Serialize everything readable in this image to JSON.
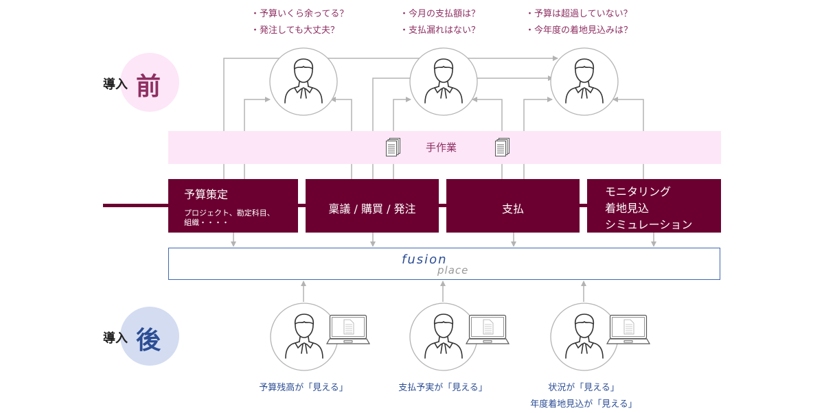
{
  "colors": {
    "process_box": "#6b0030",
    "band_bg": "#fde6f7",
    "question_text": "#8e2f62",
    "answer_text": "#2c4d94",
    "before_circle": "#fde6f7",
    "after_circle": "#d3dcf1",
    "connector": "#b3b3b3",
    "fusion_border": "#3f66b0"
  },
  "before": {
    "label_small": "導入",
    "label_big": "前",
    "questions": [
      [
        "・予算いくら余ってる？",
        "・発注しても大丈夫？"
      ],
      [
        "・今月の支払額は？",
        "・支払漏れはない？"
      ],
      [
        "・予算は超過していない？",
        "・今年度の着地見込みは？"
      ]
    ],
    "people_icons": [
      "person-icon",
      "person-icon",
      "person-icon"
    ]
  },
  "manual_band": {
    "label": "手作業",
    "icons": [
      "documents-icon",
      "documents-icon"
    ]
  },
  "process": [
    {
      "title": "予算策定",
      "subtitle_lines": [
        "プロジェクト、勘定科目、",
        "組織・・・・"
      ]
    },
    {
      "title": "稟議 / 購買 / 発注"
    },
    {
      "title": "支払"
    },
    {
      "title_lines": [
        "モニタリング",
        "着地見込",
        "シミュレーション"
      ]
    }
  ],
  "system": {
    "logo_line1": "fusion",
    "logo_line2": "place"
  },
  "after": {
    "label_small": "導入",
    "label_big": "後",
    "users": [
      {
        "caption_lines": [
          "予算残高が「見える」"
        ]
      },
      {
        "caption_lines": [
          "支払予実が「見える」"
        ]
      },
      {
        "caption_lines": [
          "状況が「見える」",
          "年度着地見込が「見える」"
        ]
      }
    ]
  }
}
